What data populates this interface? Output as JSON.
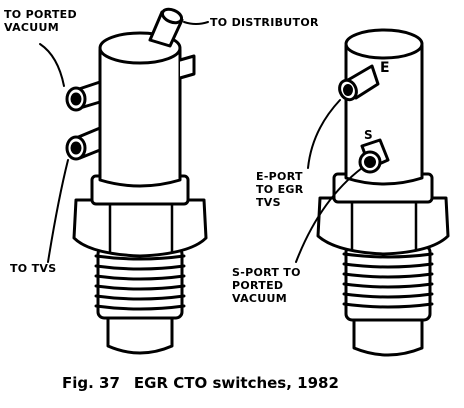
{
  "labels": {
    "to_ported_vacuum": [
      "TO PORTED",
      "VACUUM"
    ],
    "to_distributor": "TO DISTRIBUTOR",
    "to_tvs": "TO TVS",
    "e_port": [
      "E-PORT",
      "TO EGR",
      "TVS"
    ],
    "s_port": [
      "S-PORT TO",
      "PORTED",
      "VACUUM"
    ]
  },
  "port_marks": {
    "e": "E",
    "s": "S"
  },
  "caption": {
    "number": "Fig. 37",
    "title": "EGR CTO switches, 1982"
  }
}
